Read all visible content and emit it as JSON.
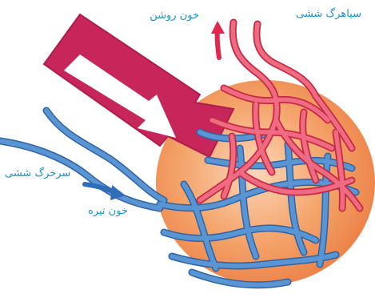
{
  "labels": {
    "pulmonary_vein": "سیاهرگ ششی",
    "oxygenated_blood": "خون روشن",
    "pulmonary_artery": "سرخرگ ششی",
    "deoxygenated_blood": "خون تیره"
  },
  "colors": {
    "label_text": "#1f8fcf",
    "red_vessel": "#e94a64",
    "red_vessel_edge": "#c42a45",
    "blue_vessel": "#4b86c8",
    "blue_vessel_edge": "#2f63a6",
    "alveolus": "#f39a5c",
    "big_arrow": "#c7265a",
    "arrow_blue": "#2f6db8"
  }
}
